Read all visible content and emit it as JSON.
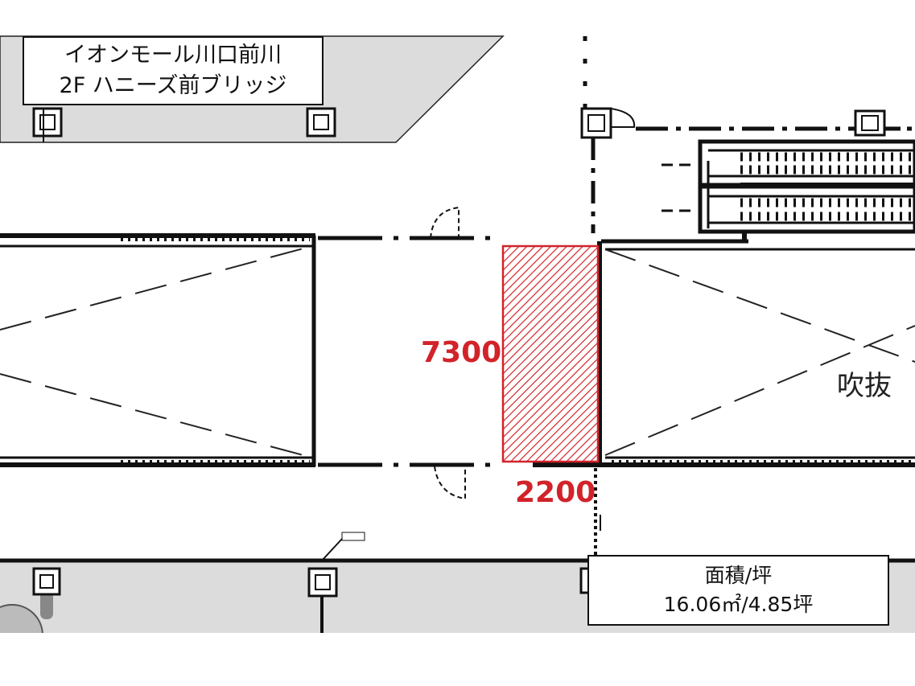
{
  "location": {
    "line1": "イオンモール川口前川",
    "line2": "2F ハニーズ前ブリッジ"
  },
  "dimensions": {
    "height": "7300",
    "width": "2200"
  },
  "area": {
    "heading": "面積/坪",
    "value": "16.06㎡/4.85坪"
  },
  "void_label": "吹抜",
  "colors": {
    "highlight": "#d2232a",
    "floor_gray": "#dcdcdc",
    "line": "#111111"
  }
}
